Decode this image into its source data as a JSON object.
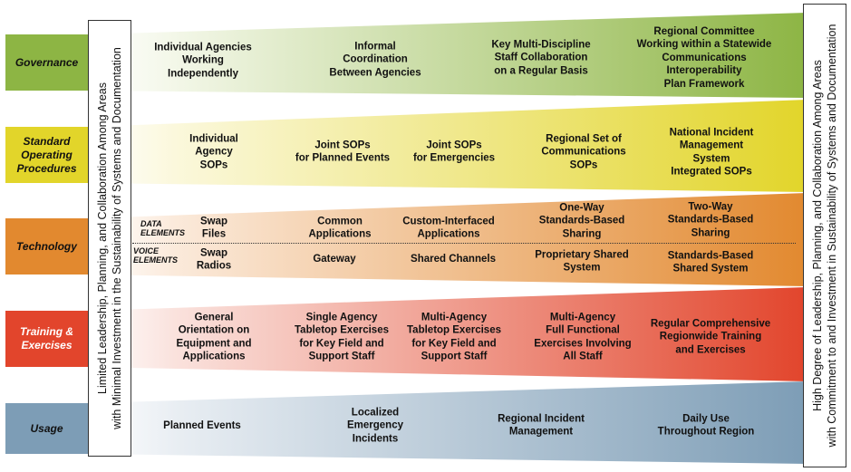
{
  "left_caption": {
    "line1": "Limited Leadership, Planning, and Collaboration Among Areas",
    "line2": "with Minimal Investment in the Sustainability of Systems and Documentation"
  },
  "right_caption": {
    "line1": "High Degree of Leadership, Planning, and Collaboration Among Areas",
    "line2": "with Commitment to and Investment in Sustainability of Systems and Documentation"
  },
  "lanes": {
    "governance": {
      "label": "Governance",
      "color": "#8db544",
      "stages": [
        "Individual Agencies\nWorking\nIndependently",
        "Informal\nCoordination\nBetween Agencies",
        "Key Multi-Discipline\nStaff Collaboration\non a Regular Basis",
        "Regional Committee\nWorking within a Statewide\nCommunications Interoperability\nPlan Framework"
      ]
    },
    "sop": {
      "label": "Standard\nOperating\nProcedures",
      "color": "#e2d52a",
      "stages": [
        "Individual\nAgency\nSOPs",
        "Joint SOPs\nfor Planned Events",
        "Joint SOPs\nfor Emergencies",
        "Regional Set of\nCommunications\nSOPs",
        "National Incident\nManagement\nSystem\nIntegrated SOPs"
      ]
    },
    "technology": {
      "label": "Technology",
      "color": "#e2892f",
      "data_label": "DATA\nELEMENTS",
      "voice_label": "VOICE\nELEMENTS",
      "data_stages": [
        "Swap\nFiles",
        "Common\nApplications",
        "Custom-Interfaced\nApplications",
        "One-Way\nStandards-Based\nSharing",
        "Two-Way\nStandards-Based\nSharing"
      ],
      "voice_stages": [
        "Swap\nRadios",
        "Gateway",
        "Shared Channels",
        "Proprietary Shared\nSystem",
        "Standards-Based\nShared System"
      ]
    },
    "training": {
      "label": "Training &\nExercises",
      "color": "#e2452c",
      "stages": [
        "General\nOrientation on\nEquipment and\nApplications",
        "Single Agency\nTabletop Exercises\nfor Key Field and\nSupport Staff",
        "Multi-Agency\nTabletop Exercises\nfor Key Field and\nSupport Staff",
        "Multi-Agency\nFull Functional\nExercises Involving\nAll Staff",
        "Regular Comprehensive\nRegionwide Training\nand Exercises"
      ]
    },
    "usage": {
      "label": "Usage",
      "color": "#7d9db6",
      "stages": [
        "Planned Events",
        "Localized\nEmergency\nIncidents",
        "Regional Incident\nManagement",
        "Daily Use\nThroughout Region"
      ]
    }
  }
}
